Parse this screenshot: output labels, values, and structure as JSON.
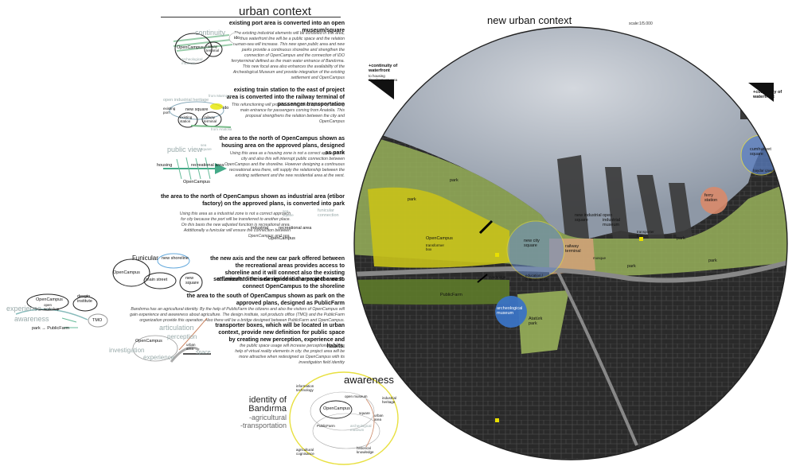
{
  "left": {
    "title": "urban context",
    "sections": [
      {
        "head": "existing port area is converted into an open museum/square",
        "body": "The existing industrial elements will be exhibited in this area, thus waterfront line will be a public space and the relation human-sea will increase. This new open public area and new parks provide a continuous shoreline and strengthen the connection of OpenCampus and the connection of IDO ferryterminal defined as the main water entrance of Bandırma. This new focal area also enhances the availability of the Archeological Museum and provide integration of the existing settlement and OpenCampus"
      },
      {
        "head": "existing train station to the east of project area is converted into the railway terminal of passenger transportation",
        "body": "This refunctioning will provide a new urban square by creating main entrance for passengers coming from Anatolia. This proposal strengthens the relation between the city and OpenCampus"
      },
      {
        "head": "the area to the north of OpenCampus shown as housing area on the approved plans, designed as park",
        "body": "Using this area as a housing zone is not a correct approach for city and also this will interrupt public connection between OpenCampus and the shoreline. However designing a continuous recreational area there, will supply the relationship between the existing settlement and the new residential area at the west."
      },
      {
        "head": "the area to the north of OpenCampus shown as industrial area (etibor factory) on the approved plans, is converted into park",
        "body": "Using this area as a industrial zone is not a correct approach for city because the port will be transferred to another place. On this basis the new adjusted function is recreational area. Additionally a funicular will ensure the connection between OpenCampus and sea."
      },
      {
        "head": "the new axis and the new car park offered between the recreational areas provides access to shoreline and it will connect also the existing settlement to the new residential area at the west.",
        "body": ""
      },
      {
        "head": "a funicular line is designed in the project area to connect OpenCampus to the shoreline",
        "body": ""
      },
      {
        "head": "the area to the south of OpenCampus shown as park on the approved plans, designed as PublicFarm",
        "body": "Bandırma has an agricultural identity. By the help of PublicFarm the citizens and also the visitors of OpenCampus will gain experience and awareness about agriculture. The design institute, soil products office (TMO) and the PublicFarm organization provide this operation. Also there will be a bridge designed between PublicFarm and OpenCampus."
      },
      {
        "head": "transporter boxes, which will be located in urban context, provide new definition for public space by creating new perception, experience and habits.",
        "body": "the public space usage will increase perceptionally by the help of virtual reality elements in city. the project area will be more attractive when redesigned as OpenCampus with its investigation field identity"
      }
    ],
    "diagram_labels": {
      "continuity": "continuity",
      "ido": "ido",
      "opencampus": "OpenCampus",
      "railway_terminal": "railway terminal",
      "archeological_museum": "archeological museum",
      "open_industrial_heritage": "open industrial heritage",
      "from_marmara": "from Marmara",
      "existing_port": "existing port",
      "new_square": "new square",
      "existing_station": "existing station",
      "from_anatolia": "from Anatolia",
      "public_view": "public view",
      "sea_square": "sea square",
      "housing": "housing",
      "recreational_area": "recreational area",
      "funicular_connection": "funicular connection",
      "industrial": "industrial",
      "funicular": "Funicular",
      "new_shoreline": "new shoreline",
      "main_street": "main street",
      "new_square2": "new square",
      "experience": "experience",
      "awareness": "awareness",
      "open_workshop": "open workshop",
      "design_institute": "desgin institute",
      "tmo": "TMO",
      "park_publicfarm": "park → PublicFarm",
      "articulation": "articulation",
      "perception": "perception",
      "investigation": "investigation",
      "urban_area": "urban area",
      "space": "space"
    },
    "identity": {
      "title": "identity of",
      "name": "Bandırma",
      "line1": "-agricultural",
      "line2": "-transportation",
      "awareness": "awareness",
      "info_tech": "information technology",
      "open_museum": "open museum",
      "industrial_heritage": "industrial heritage",
      "opencampus": "OpenCampus",
      "square": "square",
      "urban_area": "urban area",
      "publicfarm": "PublicFarm",
      "archeological_museum": "archeological museum",
      "agricultural_cognisance": "agricultural cognisance",
      "historical_knowledge": "historical knowledge"
    }
  },
  "map": {
    "title": "new urban context",
    "scale": "scale:1/5.000",
    "labels": {
      "continuity_left": "+continuity of waterfront",
      "continuity_left_sub": "to housing development area",
      "continuity_right": "+continuity of waterfront",
      "park1": "park",
      "park2": "park",
      "park3": "park",
      "park4": "park",
      "park5": "park",
      "opencampus": "OpenCampus",
      "transformer_box": "transformer box",
      "new_city_square": "new city square",
      "new_industrial_square": "new industrial square",
      "open_industrial_museum": "open industrial museum",
      "transporter_box": "transporter box",
      "railway_terminal": "railway terminal",
      "mosque": "mosque",
      "overbridge": "overbridge",
      "publicfarm": "PublicFarm",
      "archeological_museum": "archeological museum",
      "ataturk_park": "Atatürk park",
      "ferry_station": "ferry station",
      "cumhuriyet_square": "cumhuriyet square",
      "haydar_cavus": "haydar çavuş",
      "education_centre": "education / cultural centre"
    }
  },
  "colors": {
    "sea": "#b9c0c8",
    "land": "#2b2b2b",
    "park": "#98b05a",
    "opencampus": "#c8c21a",
    "ferry": "#d98a6a",
    "museum": "#3a73c4",
    "square": "#5a7ec0",
    "rail": "#d4a27a"
  }
}
